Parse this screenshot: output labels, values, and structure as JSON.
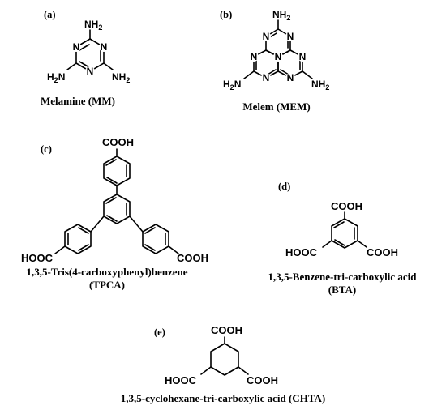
{
  "panels": {
    "a": {
      "label": "(a)",
      "caption": "Melamine (MM)",
      "atoms": {
        "n": "N",
        "nh2": "NH",
        "h2n": "H",
        "h2n_tail": "N",
        "sub2": "2"
      }
    },
    "b": {
      "label": "(b)",
      "caption": "Melem (MEM)",
      "atoms": {
        "n": "N",
        "nh2": "NH",
        "h2n": "H",
        "h2n_tail": "N",
        "sub2": "2"
      }
    },
    "c": {
      "label": "(c)",
      "caption_line1": "1,3,5-Tris(4-carboxyphenyl)benzene",
      "caption_line2": "(TPCA)",
      "groups": {
        "cooh": "COOH",
        "hooc": "HOOC"
      }
    },
    "d": {
      "label": "(d)",
      "caption_line1": "1,3,5-Benzene-tri-carboxylic acid",
      "caption_line2": "(BTA)",
      "groups": {
        "cooh": "COOH",
        "hooc": "HOOC"
      }
    },
    "e": {
      "label": "(e)",
      "caption": "1,3,5-cyclohexane-tri-carboxylic acid (CHTA)",
      "groups": {
        "cooh": "COOH",
        "hooc": "HOOC"
      }
    }
  }
}
